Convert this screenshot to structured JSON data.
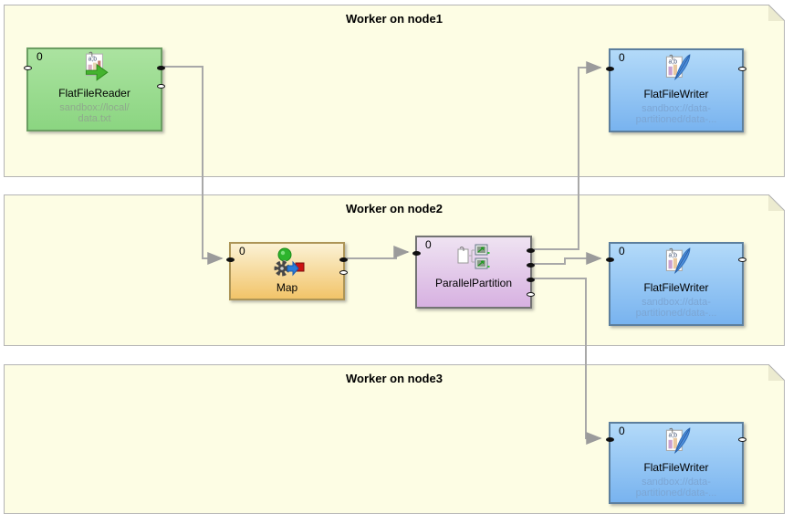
{
  "diagram": {
    "colors": {
      "container_bg": "#fdfde4",
      "container_border": "#b4b4b4",
      "wire": "#a8a8a8",
      "reader_fill": "#8bd581",
      "writer_fill": "#78b3ef",
      "map_fill": "#f2c469",
      "partition_fill": "#d7b1e1"
    },
    "containers": [
      {
        "id": "node1",
        "title": "Worker on node1"
      },
      {
        "id": "node2",
        "title": "Worker on node2"
      },
      {
        "id": "node3",
        "title": "Worker on node3"
      }
    ],
    "components": [
      {
        "id": "reader",
        "type": "FlatFileReader",
        "badge": "0",
        "label": "FlatFileReader",
        "sublabel": [
          "sandbox://local/",
          "data.txt"
        ],
        "container": "node1",
        "icon": "flat-file-reader-icon"
      },
      {
        "id": "writer1",
        "type": "FlatFileWriter",
        "badge": "0",
        "label": "FlatFileWriter",
        "sublabel": [
          "sandbox://data-",
          "partitioned/data-..."
        ],
        "container": "node1",
        "icon": "flat-file-writer-icon"
      },
      {
        "id": "map",
        "type": "Map",
        "badge": "0",
        "label": "Map",
        "sublabel": [],
        "container": "node2",
        "icon": "map-icon"
      },
      {
        "id": "pp",
        "type": "ParallelPartition",
        "badge": "0",
        "label": "ParallelPartition",
        "sublabel": [],
        "container": "node2",
        "icon": "parallel-partition-icon"
      },
      {
        "id": "writer2",
        "type": "FlatFileWriter",
        "badge": "0",
        "label": "FlatFileWriter",
        "sublabel": [
          "sandbox://data-",
          "partitioned/data-..."
        ],
        "container": "node2",
        "icon": "flat-file-writer-icon"
      },
      {
        "id": "writer3",
        "type": "FlatFileWriter",
        "badge": "0",
        "label": "FlatFileWriter",
        "sublabel": [
          "sandbox://data-",
          "partitioned/data-..."
        ],
        "container": "node3",
        "icon": "flat-file-writer-icon"
      }
    ],
    "edges": [
      {
        "from": "reader.out0",
        "to": "map.in0"
      },
      {
        "from": "map.out0",
        "to": "pp.in0"
      },
      {
        "from": "pp.out0",
        "to": "writer1.in0"
      },
      {
        "from": "pp.out1",
        "to": "writer2.in0"
      },
      {
        "from": "pp.out2",
        "to": "writer3.in0"
      }
    ]
  }
}
